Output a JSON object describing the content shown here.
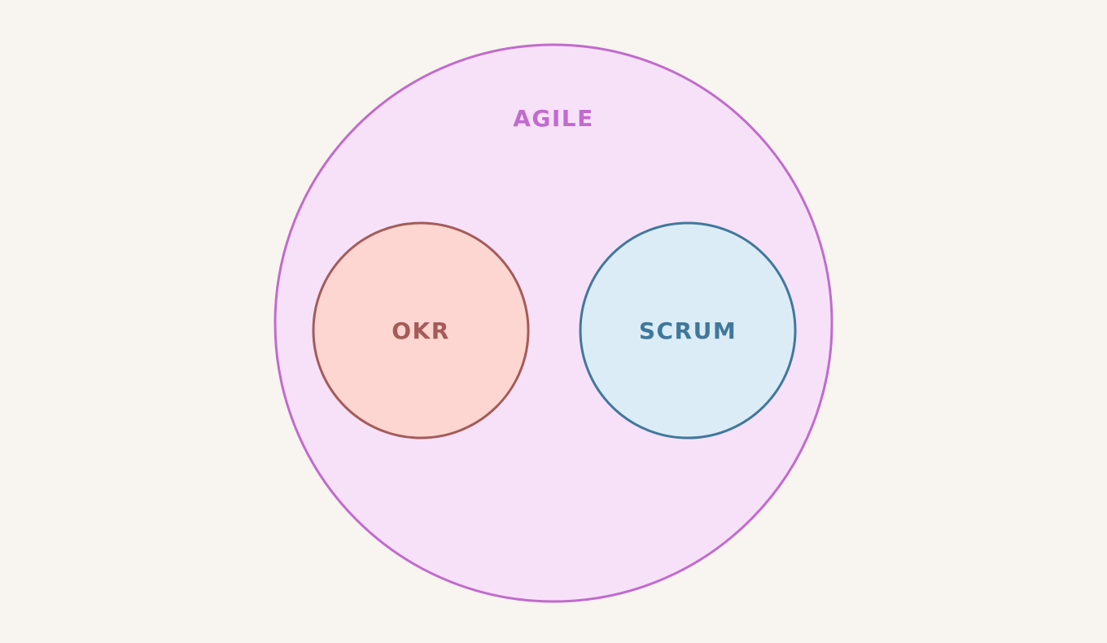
{
  "diagram": {
    "outer": {
      "label": "AGILE",
      "fill": "#f7e1f9",
      "stroke": "#c06ccc",
      "text_color": "#c06ccc"
    },
    "inner": [
      {
        "label": "OKR",
        "fill": "#fdd5d1",
        "stroke": "#a35c59",
        "text_color": "#a35c59"
      },
      {
        "label": "SCRUM",
        "fill": "#dcecf6",
        "stroke": "#40789c",
        "text_color": "#40789c"
      }
    ]
  }
}
